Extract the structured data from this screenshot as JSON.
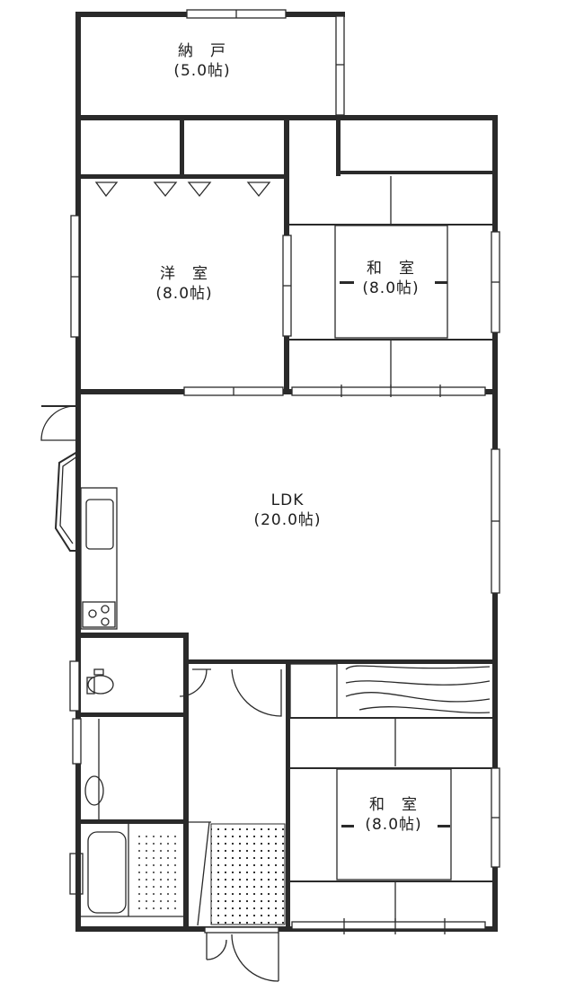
{
  "floor_plan": {
    "rooms": [
      {
        "id": "storage",
        "name": "納　戸",
        "size": "(5.0帖)"
      },
      {
        "id": "western-room",
        "name": "洋　室",
        "size": "(8.0帖)"
      },
      {
        "id": "japanese-room-upper",
        "name": "和　室",
        "size": "(8.0帖)"
      },
      {
        "id": "ldk",
        "name": "LDK",
        "size": "(20.0帖)"
      },
      {
        "id": "japanese-room-lower",
        "name": "和　室",
        "size": "(8.0帖)"
      }
    ],
    "fixtures": [
      "kitchen-sink",
      "stove",
      "toilet",
      "washbasin",
      "bathtub",
      "shoe-closet-floor",
      "entrance-door",
      "back-door"
    ],
    "colors": {
      "wall": "#2a2a2a",
      "background": "#ffffff"
    }
  }
}
